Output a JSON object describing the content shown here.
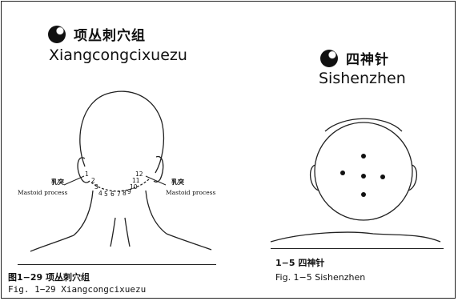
{
  "left": {
    "title_cn": "项丛刺穴组",
    "title_pinyin": "Xiangcongcixuezu",
    "label_left_cn": "乳突",
    "label_left_en": "Mastoid process",
    "label_right_cn": "乳突",
    "label_right_en": "Mastoid process",
    "point_numbers": [
      "1",
      "2",
      "3",
      "4",
      "5",
      "6",
      "7",
      "8",
      "9",
      "10",
      "11",
      "12"
    ],
    "caption_cn": "图1−29  项丛刺穴组",
    "caption_en": "Fig. 1−29  Xiangcongcixuezu"
  },
  "right": {
    "title_cn": "四神针",
    "title_pinyin": "Sishenzhen",
    "caption_cn": "1−5  四神针",
    "caption_en": "Fig. 1−5  Sishenzhen"
  }
}
